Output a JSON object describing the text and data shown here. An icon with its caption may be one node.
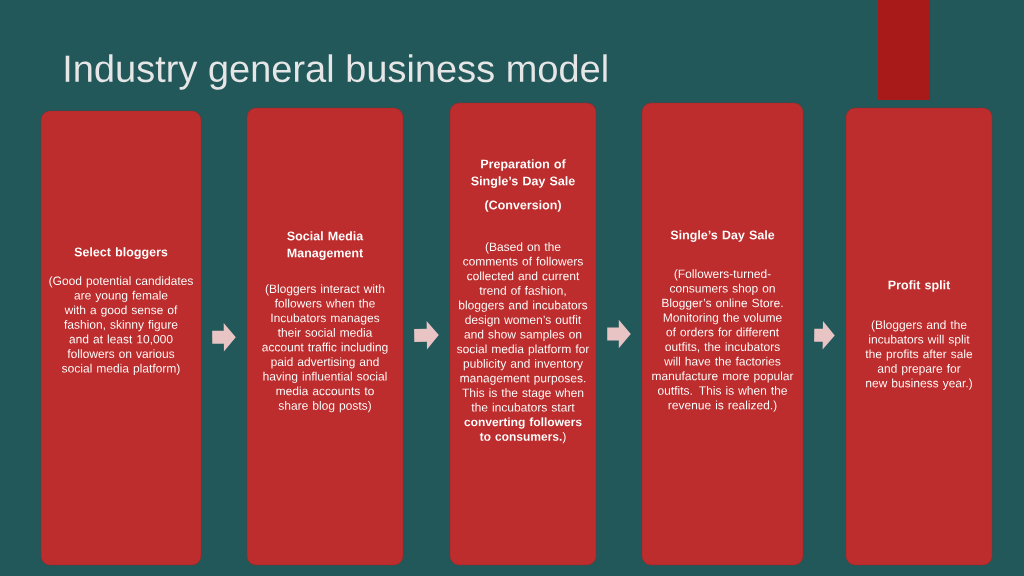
{
  "diagram": {
    "title": "Industry general business model",
    "nodes": [
      {
        "text": [
          "Select bloggers",
          "(Good potential candidates are young female with a good sense of fashion, skinny figure and at least 10,000 followers on various social media platform)"
        ]
      },
      {
        "text": [
          "Social Media Management",
          "(Bloggers interact with followers when the Incubators manages their social media account traffic including paid advertising and having influential social media accounts to share blog posts)"
        ]
      },
      {
        "text": [
          "Preparation of Single’s Day Sale",
          "(Conversion)",
          "(Based on the comments of followers collected and current trend of fashion, bloggers and incubators design women’s outfit and show samples on social media platform for publicity and inventory management purposes. This is the stage when the incubators start **converting followers to consumers.**)"
        ]
      },
      {
        "text": [
          "Single’s Day Sale",
          "(Followers-turned-consumers shop on Blogger’s online Store. Monitoring the volume of orders for different outfits, the incubators will have the factories manufacture more popular outfits. This is when the revenue is realized.)"
        ]
      },
      {
        "text": [
          "Profit split",
          "(Bloggers and the incubators will split the profits after sale and prepare for new business year.)"
        ]
      }
    ],
    "edges": [
      {
        "from": 0,
        "to": 1,
        "arrow": "to"
      },
      {
        "from": 1,
        "to": 2,
        "arrow": "to"
      },
      {
        "from": 2,
        "to": 3,
        "arrow": "to"
      },
      {
        "from": 3,
        "to": 4,
        "arrow": "to"
      }
    ]
  }
}
